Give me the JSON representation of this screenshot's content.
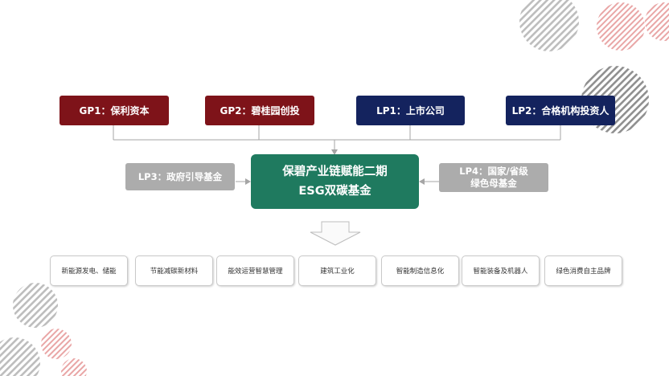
{
  "gp": [
    {
      "label": "GP1：保利资本"
    },
    {
      "label": "GP2：碧桂园创投"
    }
  ],
  "lp": [
    {
      "label": "LP1：上市公司"
    },
    {
      "label": "LP2：合格机构投资人"
    }
  ],
  "lp3": {
    "label": "LP3：政府引导基金"
  },
  "lp4": {
    "line1": "LP4：国家/省级",
    "line2": "绿色母基金"
  },
  "fund": {
    "line1": "保碧产业链赋能二期",
    "line2": "ESG双碳基金"
  },
  "categories": [
    "新能源发电、储能",
    "节能减碳新材料",
    "能效运营智慧管理",
    "建筑工业化",
    "智能制造信息化",
    "智能装备及机器人",
    "绿色消费自主品牌"
  ],
  "colors": {
    "gp": "#7e1319",
    "lp": "#14235e",
    "side": "#acacac",
    "fund": "#1f7a5f"
  }
}
